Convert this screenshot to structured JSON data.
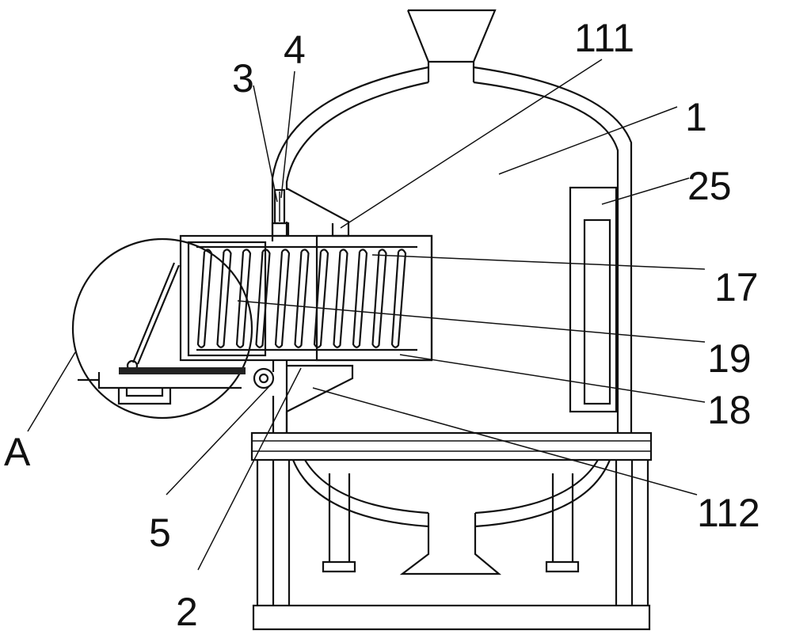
{
  "figure": {
    "labels": {
      "l3": "3",
      "l4": "4",
      "l111": "111",
      "l1": "1",
      "l25": "25",
      "l17": "17",
      "l19": "19",
      "l18": "18",
      "l112": "112",
      "lA": "A",
      "l5": "5",
      "l2": "2"
    },
    "colors": {
      "line": "#111111",
      "background": "#ffffff"
    }
  }
}
